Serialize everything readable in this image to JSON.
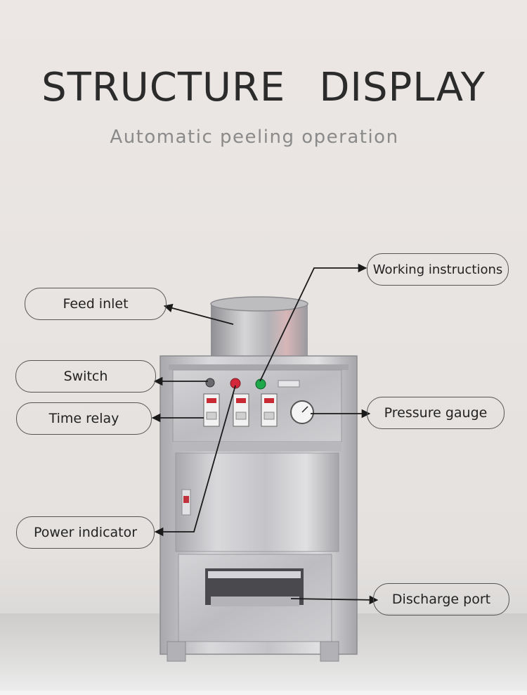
{
  "header": {
    "title_word1": "STRUCTURE",
    "title_word2": "DISPLAY",
    "subtitle": "Automatic peeling operation"
  },
  "labels": {
    "feed_inlet": "Feed inlet",
    "switch": "Switch",
    "time_relay": "Time relay",
    "power_indicator": "Power indicator",
    "working_instructions": "Working instructions",
    "pressure_gauge": "Pressure gauge",
    "discharge_port": "Discharge port"
  },
  "colors": {
    "background": "#e8e4e2",
    "steel": "#c9c9cb",
    "indicator_red": "#d2283a",
    "indicator_green": "#1fa84a"
  }
}
